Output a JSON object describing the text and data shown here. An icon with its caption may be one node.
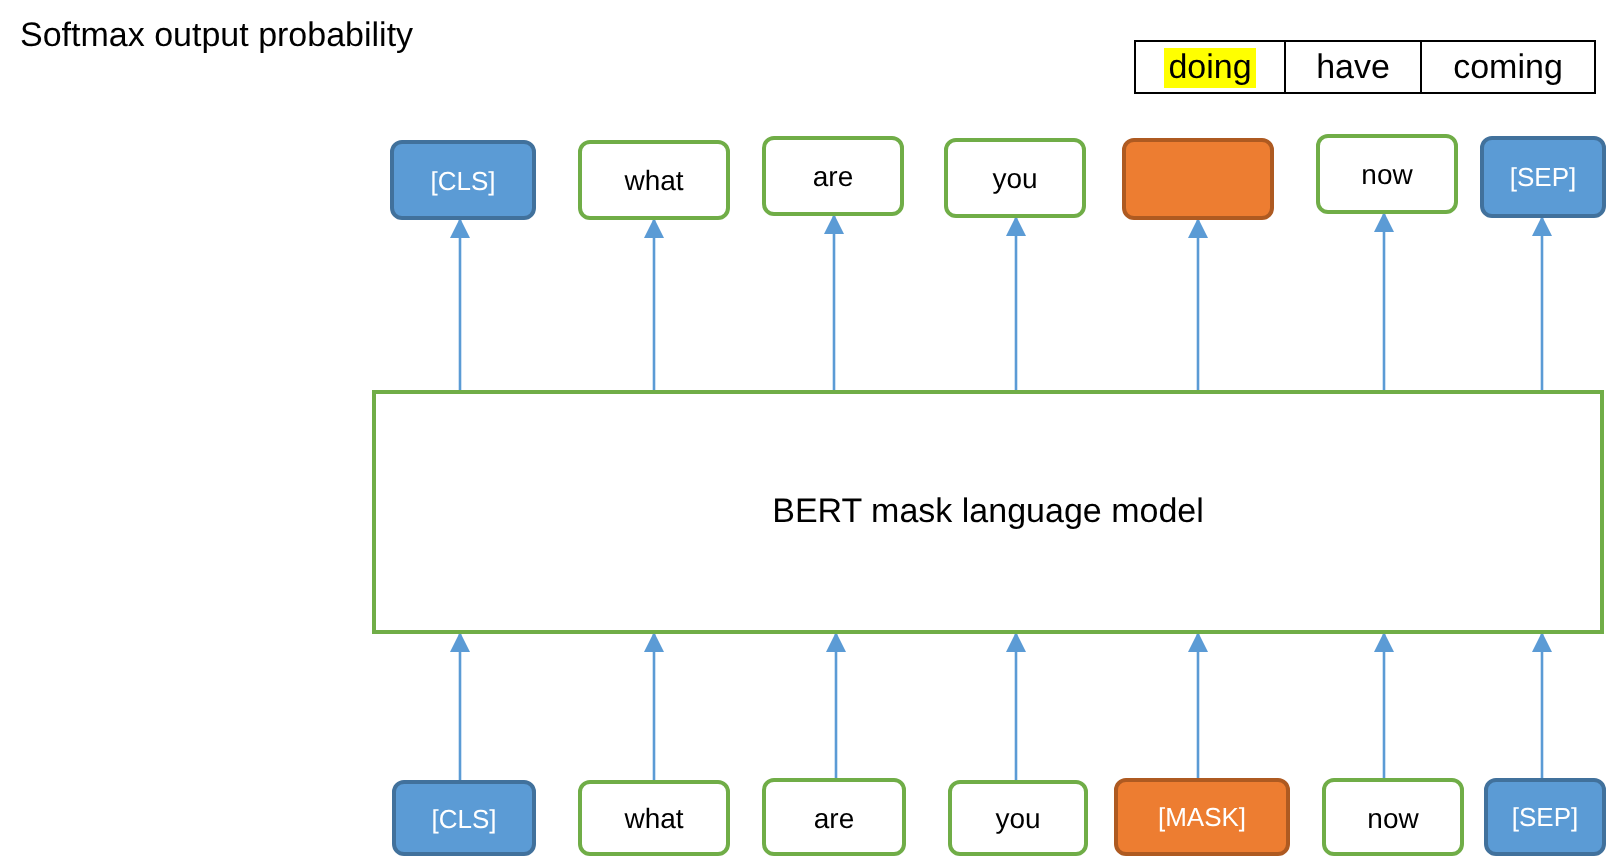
{
  "diagram": {
    "title": "Softmax output probability",
    "nodes": [
      {
        "text": [
          "[CLS]"
        ]
      },
      {
        "text": [
          "what"
        ]
      },
      {
        "text": [
          "are"
        ]
      },
      {
        "text": [
          "you"
        ]
      },
      {
        "text": [],
        "shape": "box"
      },
      {
        "text": [
          "now"
        ]
      },
      {
        "text": [
          "[SEP]"
        ]
      },
      {
        "text": [
          "BERT mask language model"
        ]
      },
      {
        "text": [
          "[CLS]"
        ]
      },
      {
        "text": [
          "what"
        ]
      },
      {
        "text": [
          "are"
        ]
      },
      {
        "text": [
          "you"
        ]
      },
      {
        "text": [
          "[MASK]"
        ]
      },
      {
        "text": [
          "now"
        ]
      },
      {
        "text": [
          "[SEP]"
        ]
      }
    ],
    "edges": [
      {
        "from": 8,
        "to": 7,
        "arrow": "to"
      },
      {
        "from": 9,
        "to": 7,
        "arrow": "to"
      },
      {
        "from": 10,
        "to": 7,
        "arrow": "to"
      },
      {
        "from": 11,
        "to": 7,
        "arrow": "to"
      },
      {
        "from": 12,
        "to": 7,
        "arrow": "to"
      },
      {
        "from": 13,
        "to": 7,
        "arrow": "to"
      },
      {
        "from": 14,
        "to": 7,
        "arrow": "to"
      },
      {
        "from": 7,
        "to": 0,
        "arrow": "to"
      },
      {
        "from": 7,
        "to": 1,
        "arrow": "to"
      },
      {
        "from": 7,
        "to": 2,
        "arrow": "to"
      },
      {
        "from": 7,
        "to": 3,
        "arrow": "to"
      },
      {
        "from": 7,
        "to": 4,
        "arrow": "to"
      },
      {
        "from": 7,
        "to": 5,
        "arrow": "to"
      },
      {
        "from": 7,
        "to": 6,
        "arrow": "to"
      }
    ],
    "labels": [
      "doing",
      "have",
      "coming"
    ]
  }
}
